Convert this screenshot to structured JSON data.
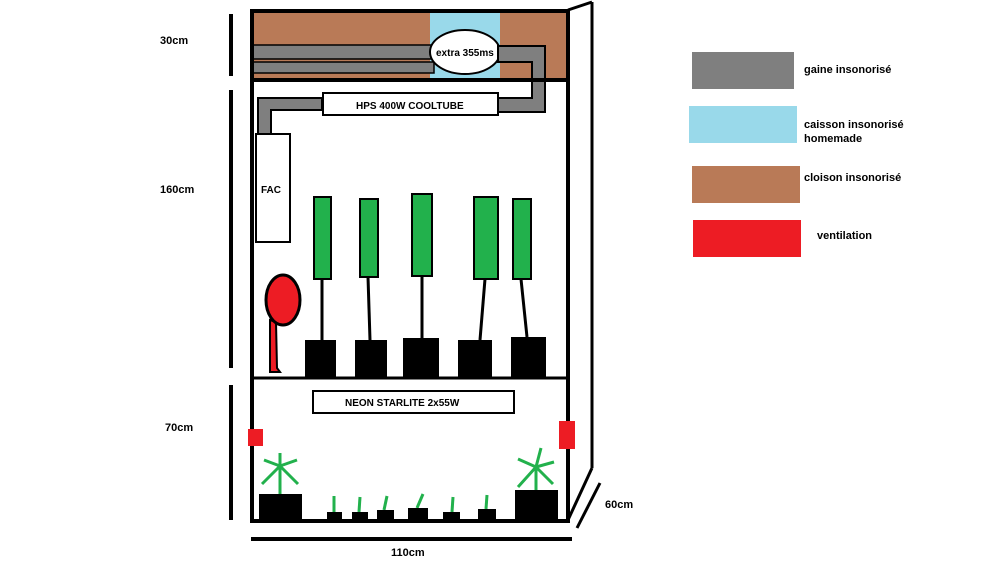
{
  "dimensions": {
    "height_top": "30cm",
    "height_middle": "160cm",
    "height_bottom": "70cm",
    "width": "110cm",
    "depth": "60cm"
  },
  "equipment": {
    "extractor": "extra 355ms",
    "hps_lamp": "HPS 400W COOLTUBE",
    "filter": "FAC",
    "neon": "NEON STARLITE 2x55W"
  },
  "legend": [
    {
      "label": "gaine insonorisé",
      "color": "#7f7f7f"
    },
    {
      "label": "caisson insonorisé homemade",
      "color": "#99d9ea"
    },
    {
      "label": "cloison insonorisé",
      "color": "#b97a57"
    },
    {
      "label": "ventilation",
      "color": "#ed1c24"
    }
  ],
  "colors": {
    "plant_green": "#22b14c",
    "outline": "#000000"
  }
}
